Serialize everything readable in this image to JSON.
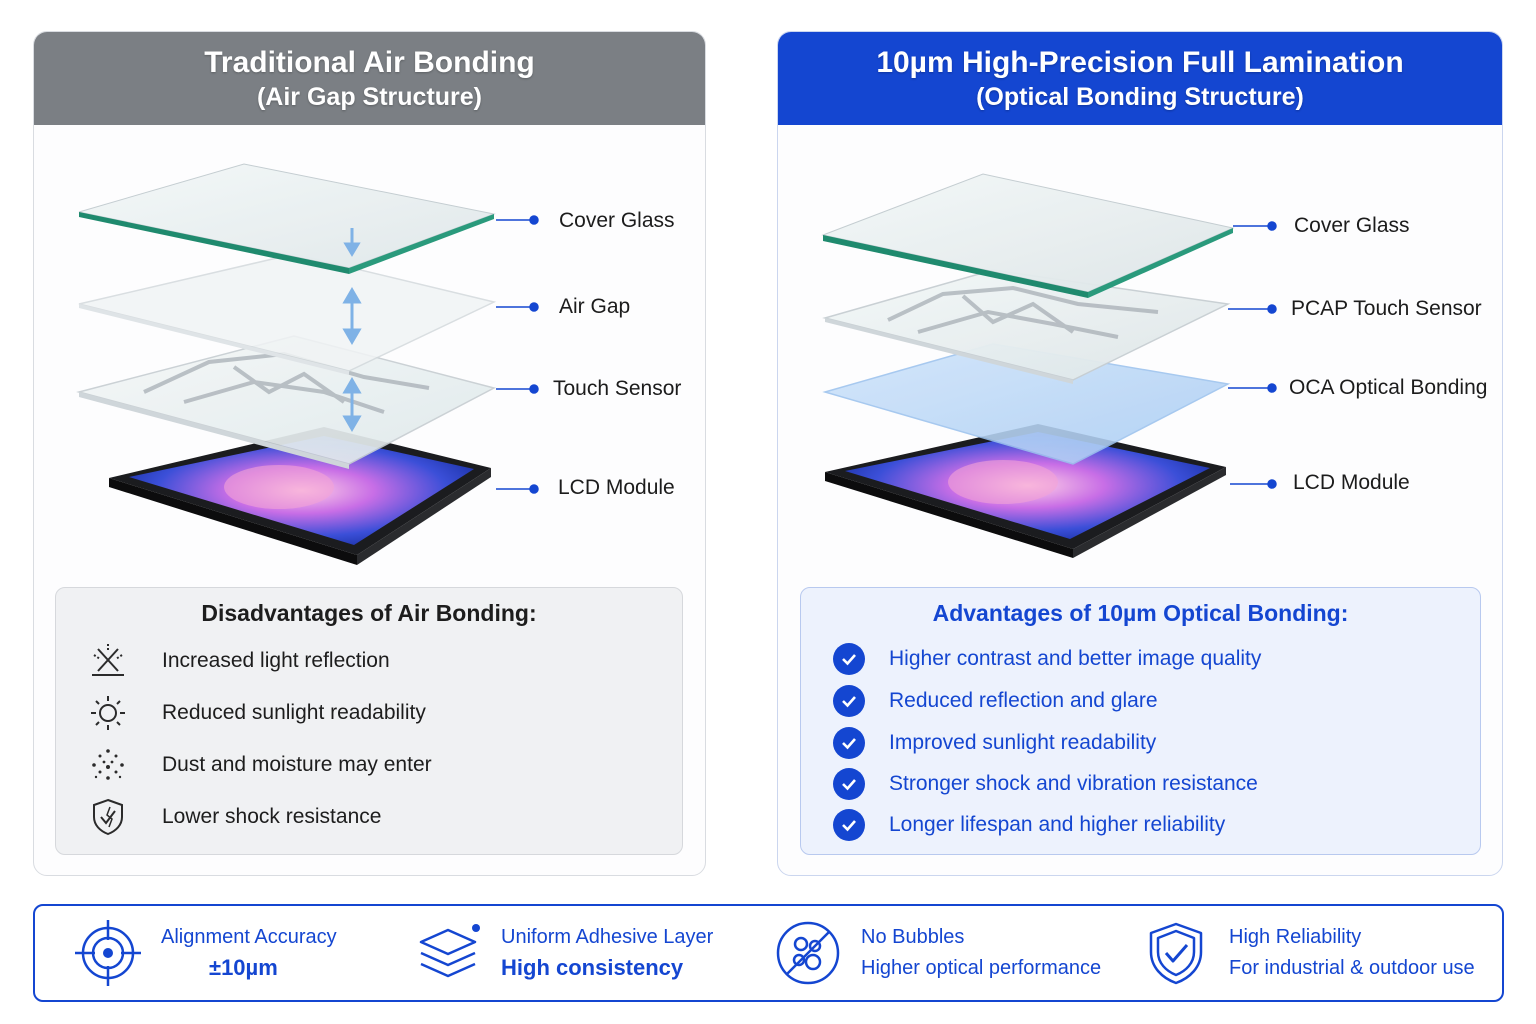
{
  "left_panel": {
    "title": "Traditional Air Bonding",
    "subtitle": "(Air Gap Structure)",
    "layers": [
      "Cover Glass",
      "Air Gap",
      "Touch Sensor",
      "LCD Module"
    ],
    "box_title": "Disadvantages of Air Bonding:",
    "items": [
      {
        "icon": "reflection-icon",
        "text": "Increased light reflection"
      },
      {
        "icon": "sun-icon",
        "text": "Reduced sunlight readability"
      },
      {
        "icon": "dust-icon",
        "text": "Dust and moisture may enter"
      },
      {
        "icon": "shield-icon",
        "text": "Lower shock resistance"
      }
    ]
  },
  "right_panel": {
    "title": "10µm High-Precision Full Lamination",
    "subtitle": "(Optical Bonding Structure)",
    "layers": [
      "Cover Glass",
      "PCAP Touch Sensor",
      "OCA Optical Bonding",
      "LCD Module"
    ],
    "box_title": "Advantages of 10µm Optical Bonding:",
    "items": [
      {
        "icon": "check-icon",
        "text": "Higher contrast and better image quality"
      },
      {
        "icon": "check-icon",
        "text": "Reduced reflection and glare"
      },
      {
        "icon": "check-icon",
        "text": "Improved sunlight readability"
      },
      {
        "icon": "check-icon",
        "text": "Stronger shock and vibration resistance"
      },
      {
        "icon": "check-icon",
        "text": "Longer lifespan and higher reliability"
      }
    ]
  },
  "features": [
    {
      "icon": "target-icon",
      "line1": "Alignment Accuracy",
      "line2": "±10µm"
    },
    {
      "icon": "layers-icon",
      "line1": "Uniform Adhesive Layer",
      "line2": "High consistency"
    },
    {
      "icon": "no-bubbles-icon",
      "line1": "No Bubbles",
      "line2": "Higher optical performance"
    },
    {
      "icon": "shield-check-icon",
      "line1": "High Reliability",
      "line2": "For industrial & outdoor use"
    }
  ],
  "colors": {
    "accent_blue": "#1446d1",
    "header_gray": "#7b7f84",
    "glass_edge_green": "#1f8a6e",
    "oca_blue": "#bcd8f7"
  }
}
